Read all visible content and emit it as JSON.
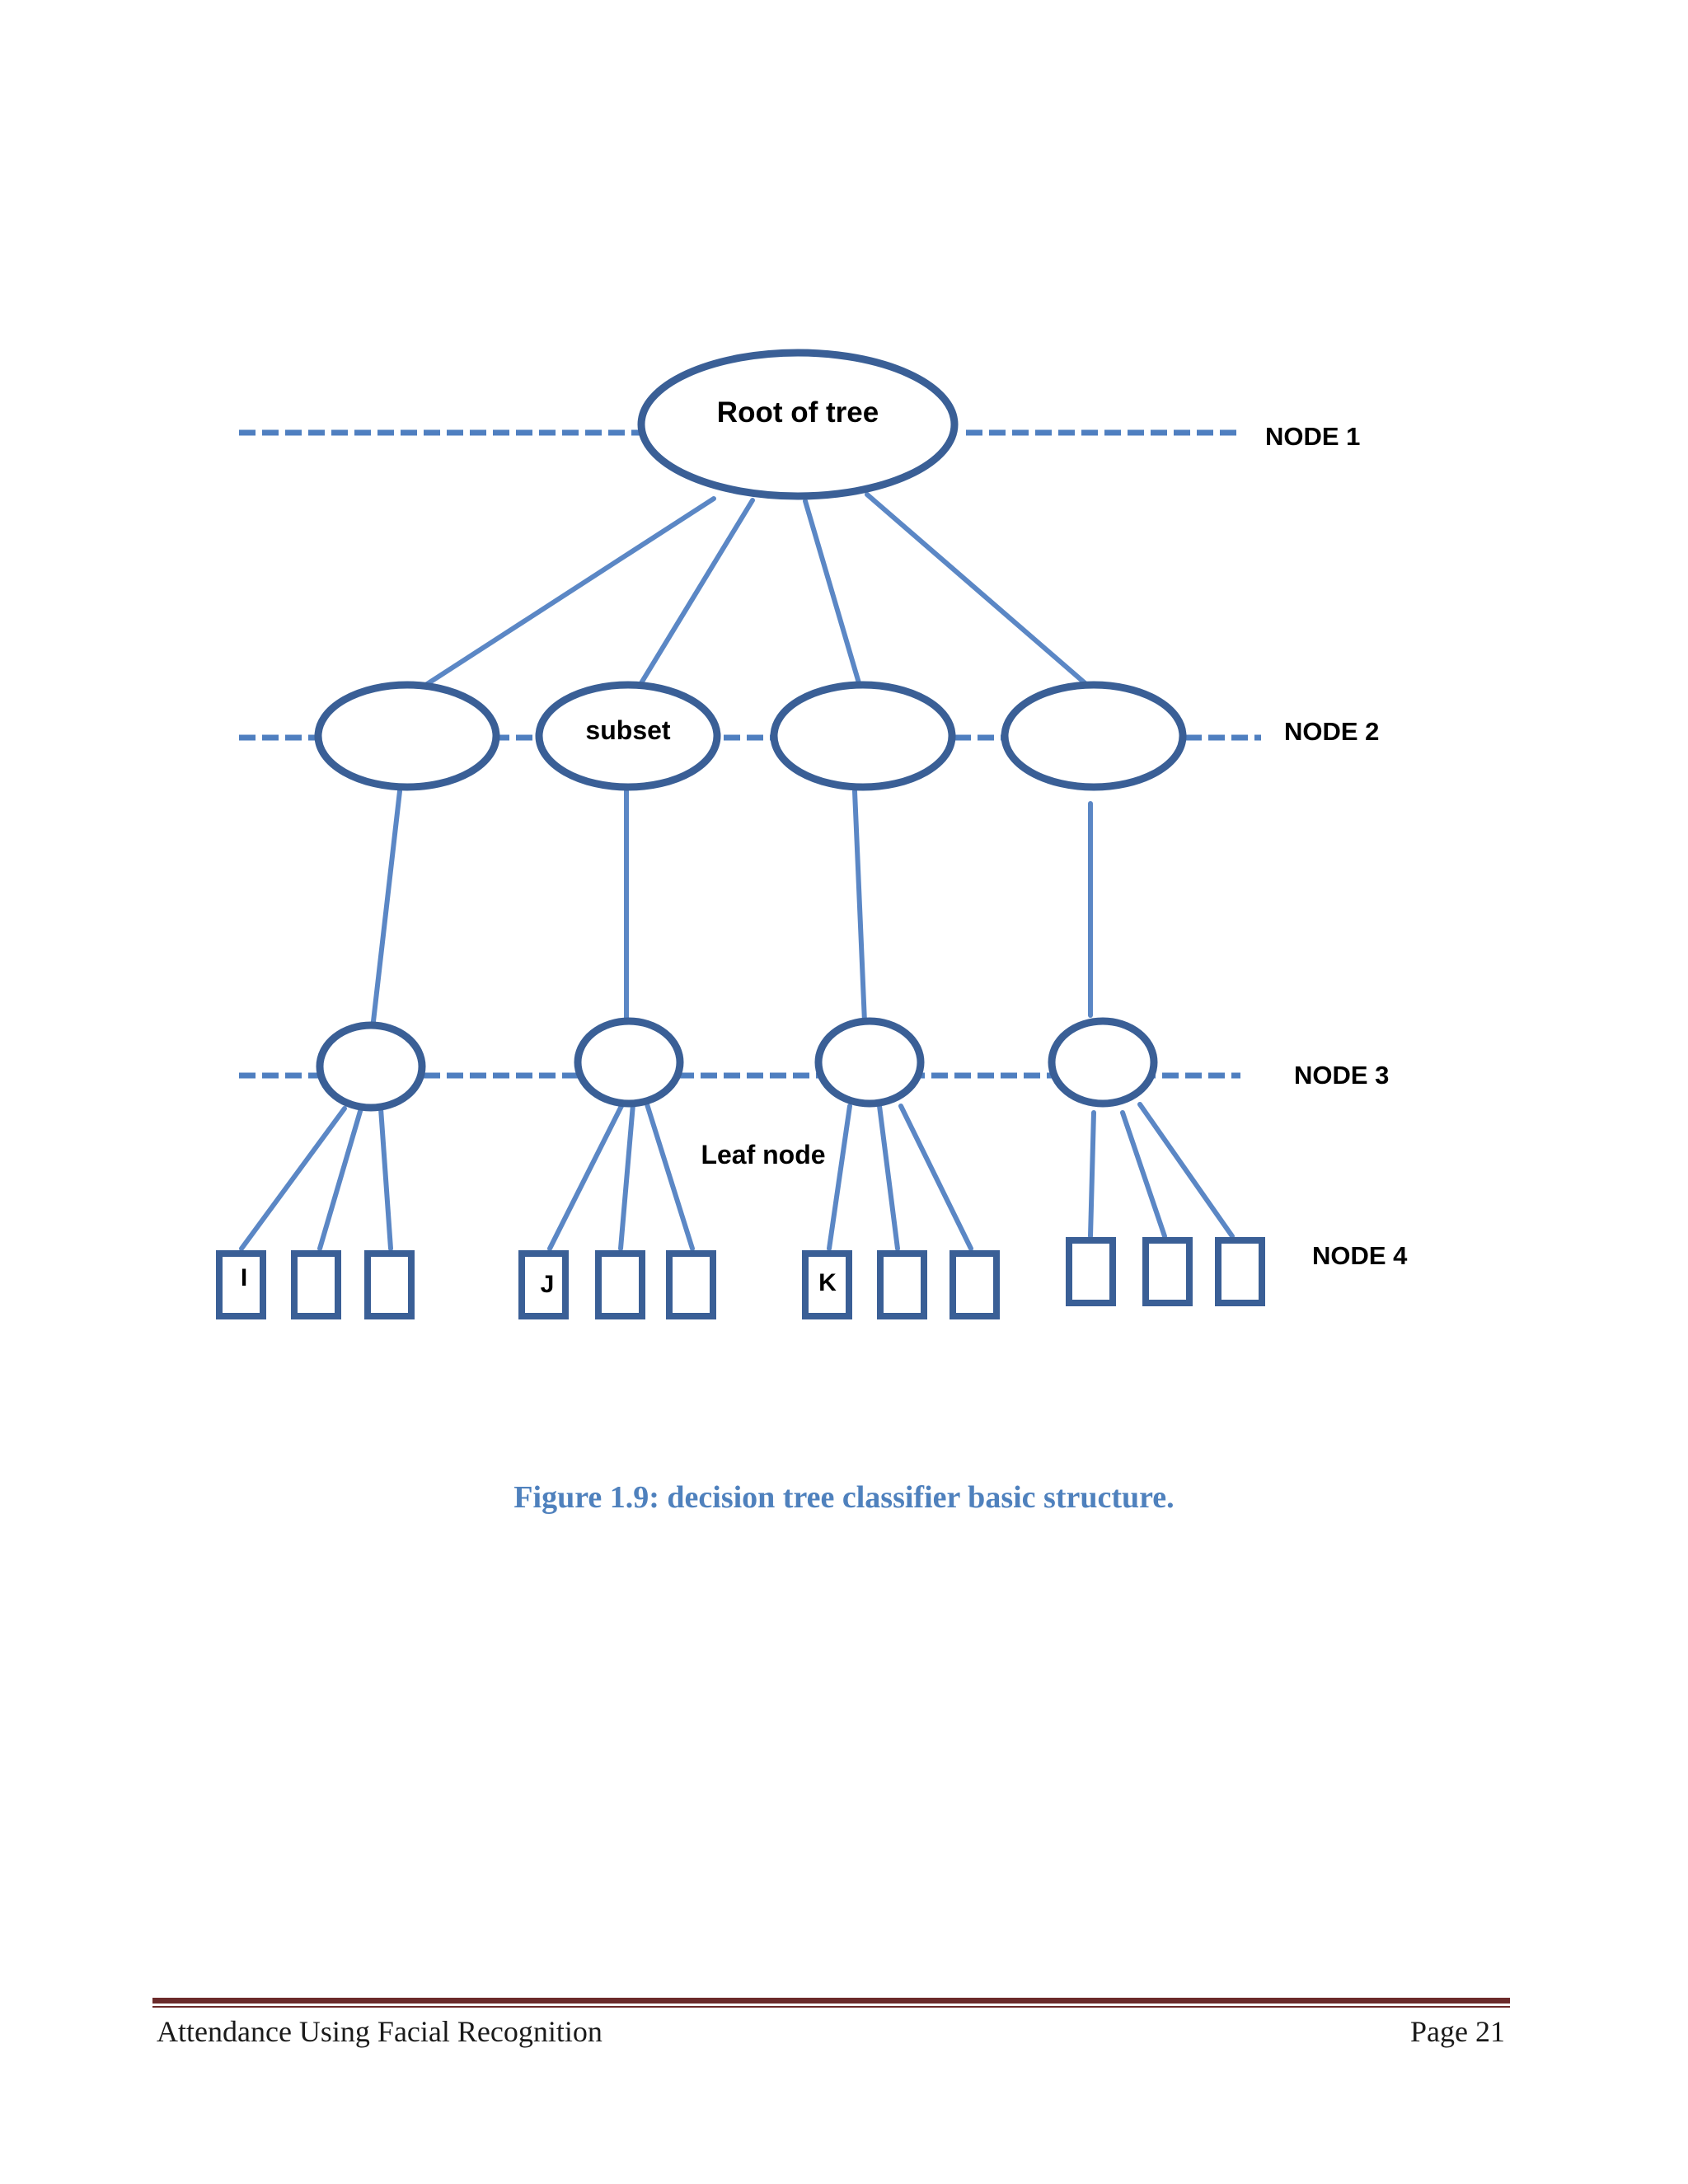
{
  "diagram": {
    "root_label": "Root of tree",
    "subset_label": "subset",
    "leaf_node_label": "Leaf node",
    "level_labels": [
      "NODE 1",
      "NODE 2",
      "NODE 3",
      "NODE 4"
    ],
    "leaf_labels": [
      "I",
      "J",
      "K"
    ],
    "colors": {
      "node_stroke": "#3a5f96",
      "connector": "#5b87c5",
      "dashed_line": "#4f7fc0"
    }
  },
  "caption": "Figure 1.9: decision tree classifier basic structure.",
  "footer": {
    "title": "Attendance Using Facial Recognition",
    "page": "Page 21"
  }
}
